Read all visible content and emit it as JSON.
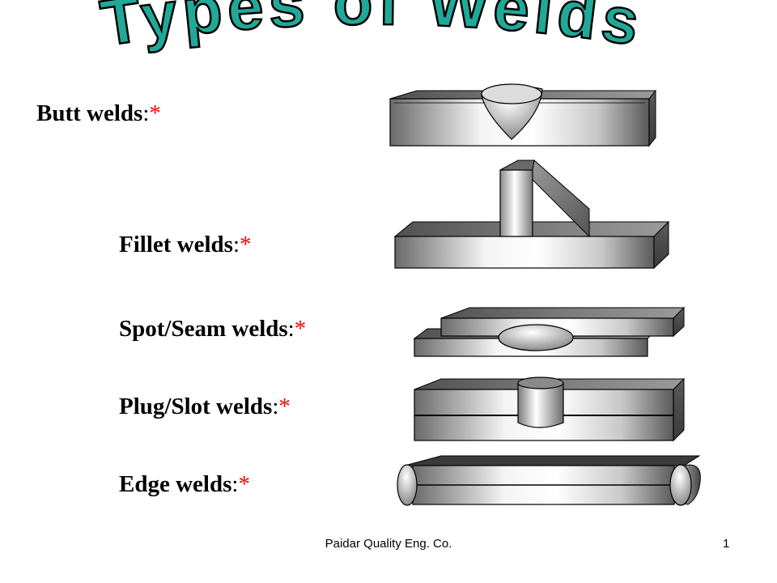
{
  "title": "Types of Welds",
  "title_colors": {
    "fill": "#20a898",
    "outline": "#000000"
  },
  "star_color": "#ff0000",
  "welds": [
    {
      "name": "Butt welds",
      "colon": ":",
      "marker": "*"
    },
    {
      "name": "Fillet welds",
      "colon": ":",
      "marker": "*"
    },
    {
      "name": "Spot/Seam welds",
      "colon": ":",
      "marker": "*"
    },
    {
      "name": "Plug/Slot welds",
      "colon": ":",
      "marker": "*"
    },
    {
      "name": "Edge welds",
      "colon": ":",
      "marker": "*"
    }
  ],
  "footer": {
    "company": "Paidar Quality Eng. Co.",
    "slide_number": "1"
  }
}
